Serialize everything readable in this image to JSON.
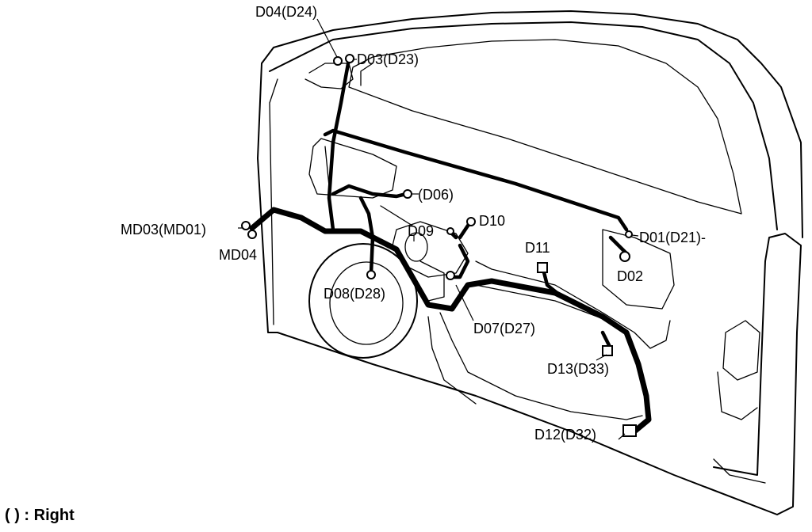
{
  "labels": {
    "d04": "D04(D24)",
    "d03": "D03(D23)",
    "d06": "(D06)",
    "md03": "MD03(MD01)",
    "md04": "MD04",
    "d09": "D09",
    "d10": "D10",
    "d01": "D01(D21)-",
    "d11": "D11",
    "d02": "D02",
    "d08": "D08(D28)",
    "d07": "D07(D27)",
    "d13": "D13(D33)",
    "d12": "D12(D32)"
  },
  "legend": "( ) : Right"
}
